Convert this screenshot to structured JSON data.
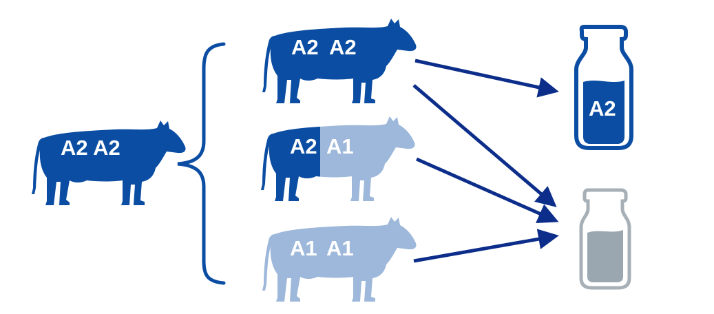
{
  "colors": {
    "dark_blue": "#0A4DA2",
    "light_blue": "#9DB8DA",
    "arrow_navy": "#0C2E8A",
    "bottle_gray": "#A7B0B7",
    "milk_gray": "#9AA7B1"
  },
  "parent_cow": {
    "genotype": "A2 A2",
    "color": "dark",
    "icon": "cow-icon"
  },
  "offspring": [
    {
      "genotype_left": "A2",
      "genotype_right": "A2",
      "color_left": "dark",
      "color_right": "dark",
      "icon": "cow-icon"
    },
    {
      "genotype_left": "A2",
      "genotype_right": "A1",
      "color_left": "dark",
      "color_right": "light",
      "icon": "cow-icon"
    },
    {
      "genotype_left": "A1",
      "genotype_right": "A1",
      "color_left": "light",
      "color_right": "light",
      "icon": "cow-icon"
    }
  ],
  "bottles": [
    {
      "label": "A2",
      "color": "blue",
      "icon": "milk-bottle-icon"
    },
    {
      "label": "",
      "color": "gray",
      "icon": "milk-bottle-icon"
    }
  ],
  "arrows": [
    {
      "from": "offspring-1",
      "to": "bottle-a2"
    },
    {
      "from": "offspring-1",
      "to": "bottle-gray"
    },
    {
      "from": "offspring-2",
      "to": "bottle-gray"
    },
    {
      "from": "offspring-3",
      "to": "bottle-gray"
    }
  ]
}
